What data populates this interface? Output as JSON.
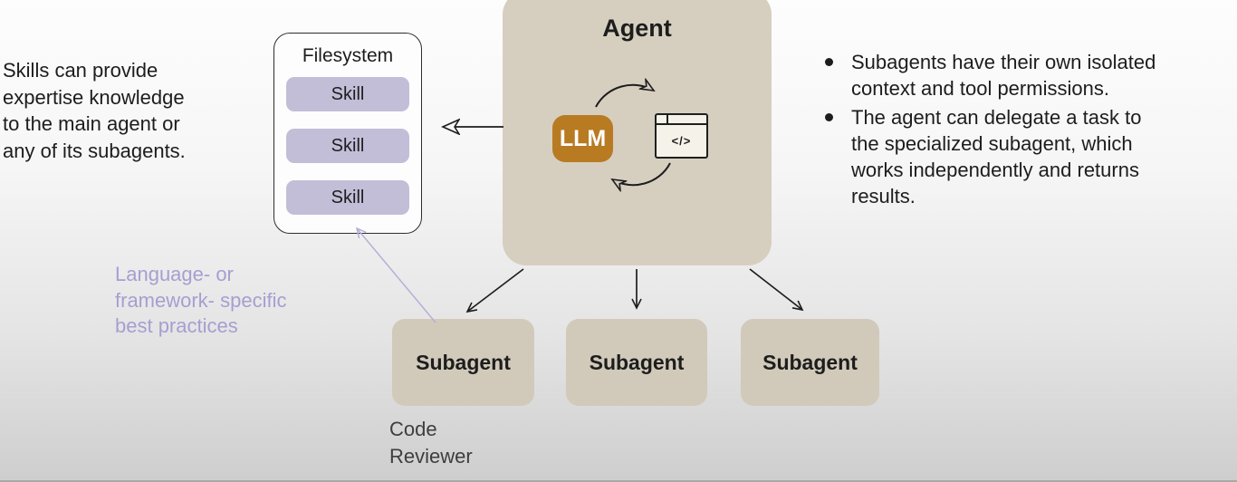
{
  "left_note": "Skills can provide\nexpertise knowledge\nto the main agent or\nany of its subagents.",
  "filesystem": {
    "title": "Filesystem",
    "skills": [
      "Skill",
      "Skill",
      "Skill"
    ]
  },
  "agent": {
    "title": "Agent",
    "llm_label": "LLM",
    "code_glyph": "</>"
  },
  "bullets": [
    "Subagents have their own isolated\ncontext and tool permissions.",
    "The agent can delegate a task to\nthe specialized subagent, which\nworks independently and returns\nresults."
  ],
  "purple_note": "Language- or\nframework- specific\nbest practices",
  "subagents": [
    {
      "label": "Subagent"
    },
    {
      "label": "Subagent"
    },
    {
      "label": "Subagent"
    }
  ],
  "caption_code_reviewer": "Code\nReviewer",
  "colors": {
    "agent_box": "#d6cfc0",
    "subagent_box": "#d1cabb",
    "skill_pill": "#c2bed8",
    "llm_chip": "#b87b22",
    "purple_text": "#a79ed1",
    "lavender_arrow": "#b7afd8",
    "window_bg": "#f5f2ea"
  }
}
